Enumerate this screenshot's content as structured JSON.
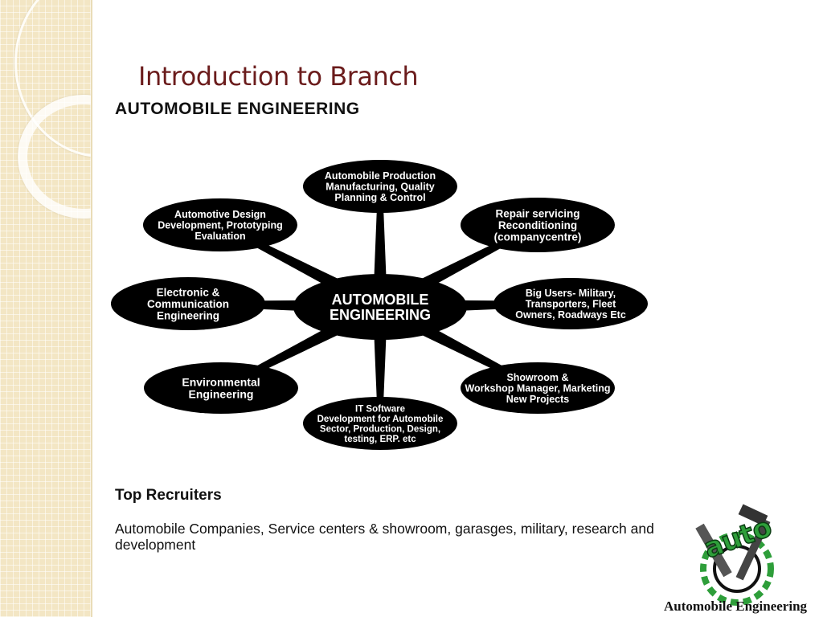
{
  "slide": {
    "title": "Introduction to Branch",
    "subtitle": "AUTOMOBILE ENGINEERING"
  },
  "diagram": {
    "center": {
      "lines": [
        "AUTOMOBILE",
        "ENGINEERING"
      ]
    },
    "nodes": [
      {
        "id": "production",
        "lines": [
          "Automobile Production",
          "Manufacturing, Quality",
          "Planning & Control"
        ]
      },
      {
        "id": "repair",
        "lines": [
          "Repair servicing",
          "Reconditioning",
          "(companycentre)"
        ]
      },
      {
        "id": "big-users",
        "lines": [
          "Big Users- Military,",
          "Transporters, Fleet",
          "Owners, Roadways Etc"
        ]
      },
      {
        "id": "showroom",
        "lines": [
          "Showroom &",
          "Workshop Manager, Marketing",
          "New Projects"
        ]
      },
      {
        "id": "it-software",
        "lines": [
          "IT Software",
          "Development for Automobile",
          "Sector, Production, Design,",
          "testing, ERP. etc"
        ]
      },
      {
        "id": "environmental",
        "lines": [
          "Environmental",
          "Engineering"
        ]
      },
      {
        "id": "electronic",
        "lines": [
          "Electronic &",
          "Communication",
          "Engineering"
        ]
      },
      {
        "id": "design",
        "lines": [
          "Automotive Design",
          "Development, Prototyping",
          "Evaluation"
        ]
      }
    ],
    "colors": {
      "node_fill": "#000000",
      "node_text": "#ffffff"
    }
  },
  "recruiters": {
    "heading": "Top Recruiters",
    "text": "Automobile Companies, Service centers & showroom, garasges, military, research and development"
  },
  "logo": {
    "caption": "Automobile Engineering",
    "lettering": "auto",
    "icon": "wrench-hammer-gear-logo",
    "accent": "#2e9e3a"
  }
}
